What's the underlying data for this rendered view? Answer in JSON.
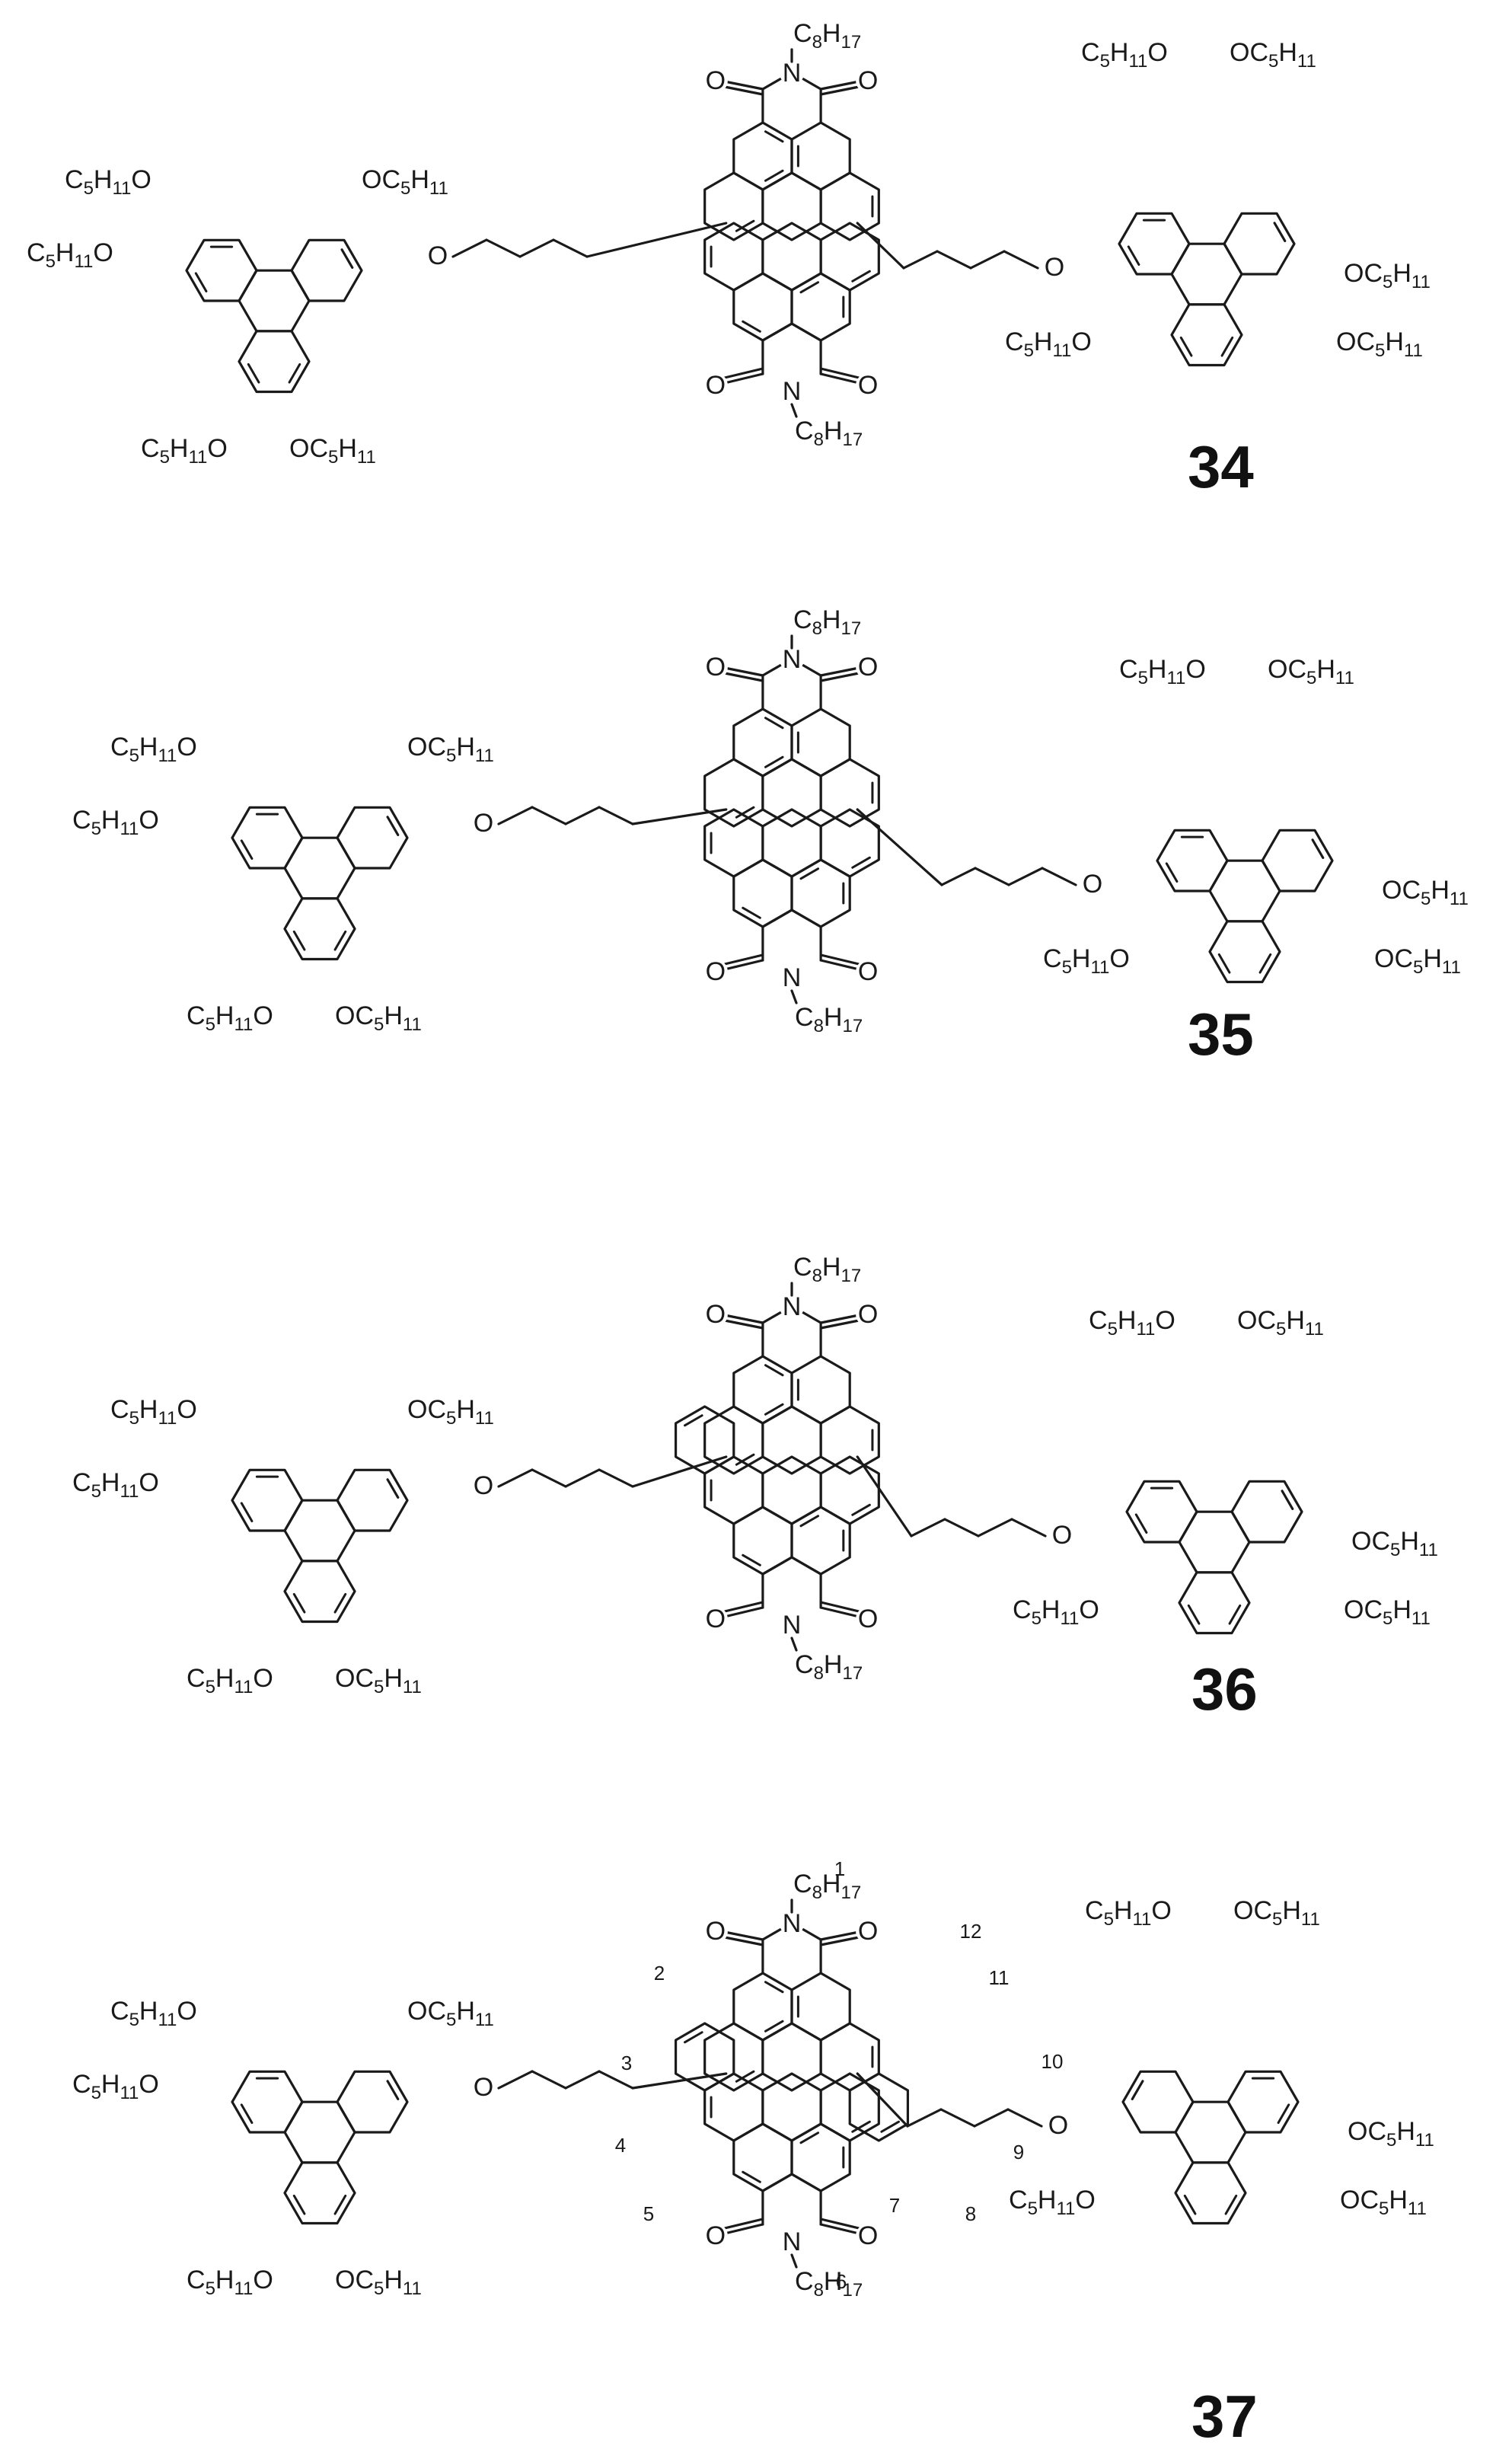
{
  "groups": {
    "pentyloxy": "C5H11O",
    "pentyloxy_r": "OC5H11",
    "octyl": "C8H17",
    "O": "O",
    "N": "N"
  },
  "compounds": [
    {
      "id": "34",
      "label": "34"
    },
    {
      "id": "35",
      "label": "35"
    },
    {
      "id": "36",
      "label": "36"
    },
    {
      "id": "37",
      "label": "37"
    }
  ],
  "numbering_37": [
    "1",
    "2",
    "3",
    "4",
    "5",
    "6",
    "7",
    "8",
    "9",
    "10",
    "11",
    "12"
  ]
}
